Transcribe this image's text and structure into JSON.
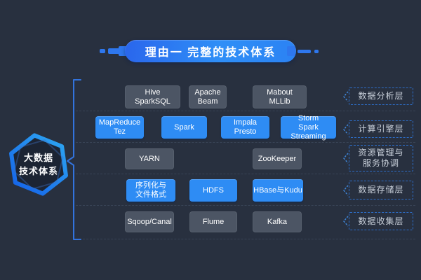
{
  "banner": {
    "title": "理由一 完整的技术体系"
  },
  "badge": {
    "line1": "大数据",
    "line2": "技术体系"
  },
  "rows": [
    {
      "label": {
        "line1": "数据分析层"
      },
      "boxes": [
        {
          "line1": "Hive",
          "line2": "SparkSQL"
        },
        {
          "line1": "Apache",
          "line2": "Beam"
        },
        {
          "line1": "Mabout",
          "line2": "MLLib"
        }
      ]
    },
    {
      "label": {
        "line1": "计算引擎层"
      },
      "boxes": [
        {
          "line1": "MapReduce",
          "line2": "Tez"
        },
        {
          "line1": "Spark"
        },
        {
          "line1": "Impala",
          "line2": "Presto"
        },
        {
          "line1": "Storm",
          "line2": "Spark Streaming"
        }
      ]
    },
    {
      "label": {
        "line1": "资源管理与",
        "line2": "服务协调"
      },
      "boxes": [
        {
          "line1": "YARN"
        },
        {
          "line1": "ZooKeeper"
        }
      ]
    },
    {
      "label": {
        "line1": "数据存储层"
      },
      "boxes": [
        {
          "line1": "序列化与",
          "line2": "文件格式"
        },
        {
          "line1": "HDFS"
        },
        {
          "line1": "HBase与Kudu"
        }
      ]
    },
    {
      "label": {
        "line1": "数据收集层"
      },
      "boxes": [
        {
          "line1": "Sqoop/Canal"
        },
        {
          "line1": "Flume"
        },
        {
          "line1": "Kafka"
        }
      ]
    }
  ],
  "colors": {
    "background": "#28303f",
    "box_dark": "#4c5564",
    "box_blue": "#2e8cf4",
    "banner_gradient_start": "#2a66ec",
    "banner_gradient_end": "#2f8ff7",
    "brace_blue": "#3273dd",
    "label_border": "#2d6ec9",
    "label_text": "#c9d0da",
    "hexagon_gradient_start": "#1460e8",
    "hexagon_gradient_end": "#2ea8f2"
  }
}
